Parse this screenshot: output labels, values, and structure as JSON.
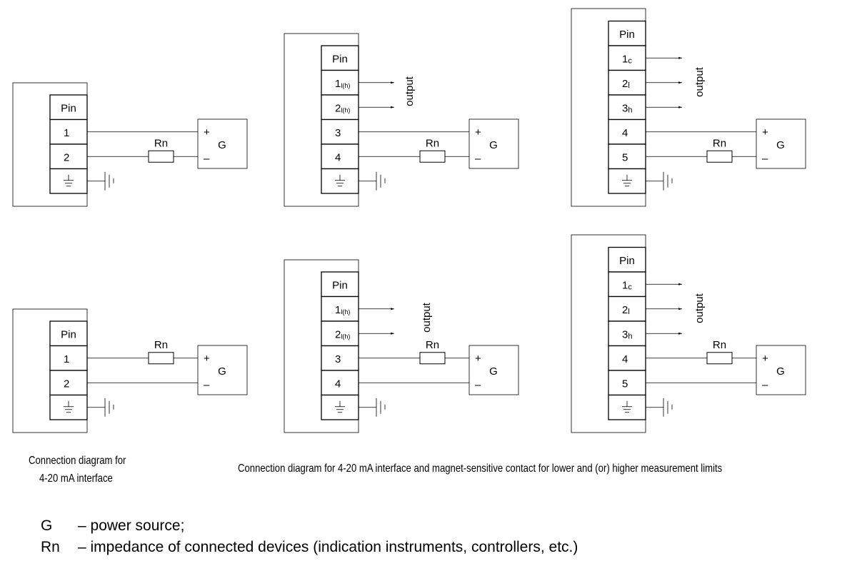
{
  "terminal_header": "Pin",
  "source_symbol": "G",
  "resistor_label": "Rn",
  "output_label": "output",
  "diagrams": [
    {
      "pins": [
        {
          "n": "1",
          "s": ""
        },
        {
          "n": "2",
          "s": ""
        }
      ],
      "rn_pin": 2,
      "outputs": []
    },
    {
      "pins": [
        {
          "n": "1",
          "s": "l(h)"
        },
        {
          "n": "2",
          "s": "l(h)"
        },
        {
          "n": "3",
          "s": ""
        },
        {
          "n": "4",
          "s": ""
        }
      ],
      "rn_pin": 4,
      "outputs": [
        0,
        1
      ]
    },
    {
      "pins": [
        {
          "n": "1",
          "s": "c"
        },
        {
          "n": "2",
          "s": "l"
        },
        {
          "n": "3",
          "s": "h"
        },
        {
          "n": "4",
          "s": ""
        },
        {
          "n": "5",
          "s": ""
        }
      ],
      "rn_pin": 5,
      "outputs": [
        0,
        1,
        2
      ]
    },
    {
      "pins": [
        {
          "n": "1",
          "s": ""
        },
        {
          "n": "2",
          "s": ""
        }
      ],
      "rn_pin": 1,
      "outputs": []
    },
    {
      "pins": [
        {
          "n": "1",
          "s": "l(h)"
        },
        {
          "n": "2",
          "s": "l(h)"
        },
        {
          "n": "3",
          "s": ""
        },
        {
          "n": "4",
          "s": ""
        }
      ],
      "rn_pin": 3,
      "outputs": [
        0,
        1
      ]
    },
    {
      "pins": [
        {
          "n": "1",
          "s": "c"
        },
        {
          "n": "2",
          "s": "l"
        },
        {
          "n": "3",
          "s": "h"
        },
        {
          "n": "4",
          "s": ""
        },
        {
          "n": "5",
          "s": ""
        }
      ],
      "rn_pin": 4,
      "outputs": [
        0,
        1,
        2
      ]
    }
  ],
  "captions": {
    "left_line1": "Connection diagram for",
    "left_line2": "4-20 mA interface",
    "right": "Connection diagram for 4-20 mA interface and magnet-sensitive contact for lower and (or) higher measurement limits"
  },
  "legend": [
    {
      "symbol": "G",
      "text": "– power source;"
    },
    {
      "symbol": "Rn",
      "text": "– impedance of connected devices (indication instruments, controllers, etc.)"
    }
  ]
}
